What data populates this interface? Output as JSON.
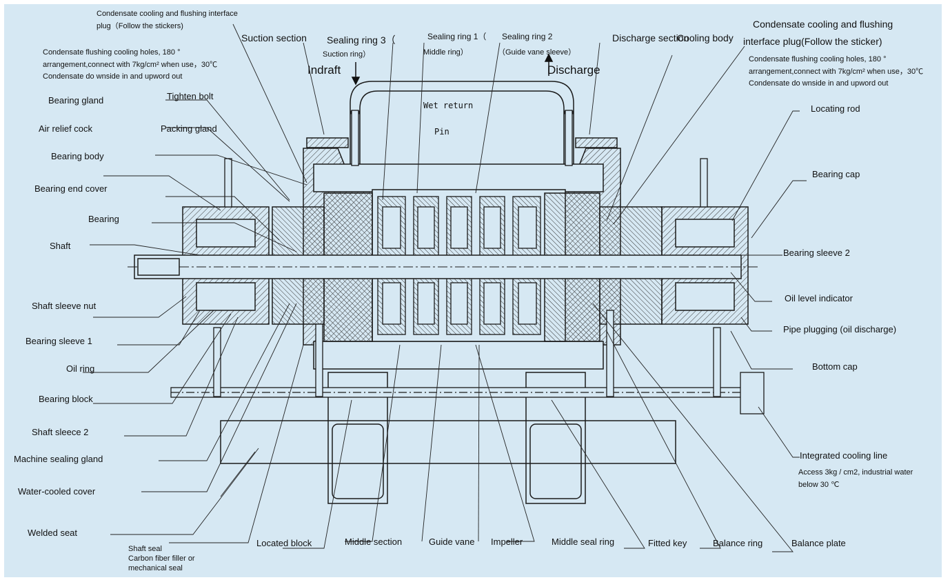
{
  "colors": {
    "background": "#d6e8f3",
    "outline": "#1a1a1a",
    "leader": "#222222"
  },
  "labels": {
    "top_left_plug": "Condensate cooling and flushing interface plug（Follow the stickers)",
    "top_left_holes": "Condensate flushing cooling holes, 180 ° arrangement,connect with 7kg/cm² when use，30℃ Condensate do wnside in and upword out",
    "suction_section": "Suction section",
    "indraft": "Indraft",
    "sealing_ring_3": "Sealing ring 3（",
    "suction_ring": "Suction ring）",
    "sealing_ring_1": "Sealing ring 1（",
    "middle_ring": "Middle ring）",
    "sealing_ring_2": "Sealing ring 2",
    "guide_vane_sleeve": "（Guide vane sleeve）",
    "discharge": "Discharge",
    "discharge_section": "Discharge section",
    "cooling_body": "Cooling body",
    "top_right_plug_line1": "Condensate cooling and flushing",
    "top_right_plug_line2": "interface plug(Follow the sticker)",
    "top_right_holes": "Condensate flushing cooling holes, 180 ° arrangement,connect with 7kg/cm² when use，30℃ Condensate do wnside in and upword out",
    "wet_return": "Wet return",
    "pin": "Pin",
    "tighten_bolt": "Tighten bolt",
    "bearing_gland": "Bearing gland",
    "air_relief_cock": "Air relief cock",
    "bearing_body": "Bearing body",
    "packing_gland": "Packing gland",
    "bearing_end_cover": "Bearing end cover",
    "bearing": "Bearing",
    "shaft": "Shaft",
    "shaft_sleeve_nut": "Shaft sleeve nut",
    "bearing_sleeve_1": "Bearing sleeve 1",
    "oil_ring": "Oil ring",
    "bearing_block": "Bearing block",
    "shaft_sleeve_2_left": "Shaft sleece 2",
    "machine_sealing_gland": "Machine sealing gland",
    "water_cooled_cover": "Water-cooled cover",
    "welded_seat": "Welded seat",
    "shaft_seal": "Shaft seal\nCarbon fiber filler or\nmechanical seal",
    "located_block": "Located block",
    "middle_section": "Middle section",
    "guide_vane": "Guide vane",
    "impeller": "Impeller",
    "middle_seal_ring": "Middle seal ring",
    "fitted_key": "Fitted key",
    "balance_ring": "Balance ring",
    "balance_plate": "Balance plate",
    "locating_rod": "Locating rod",
    "bearing_cap": "Bearing cap",
    "bearing_sleeve_2": "Bearing sleeve 2",
    "oil_level_indicator": "Oil level indicator",
    "pipe_plugging": "Pipe plugging (oil discharge)",
    "bottom_cap": "Bottom cap",
    "integrated_cooling_line": "Integrated cooling line",
    "cooling_line_note": "Access 3kg / cm2, industrial water below 30 ℃"
  }
}
